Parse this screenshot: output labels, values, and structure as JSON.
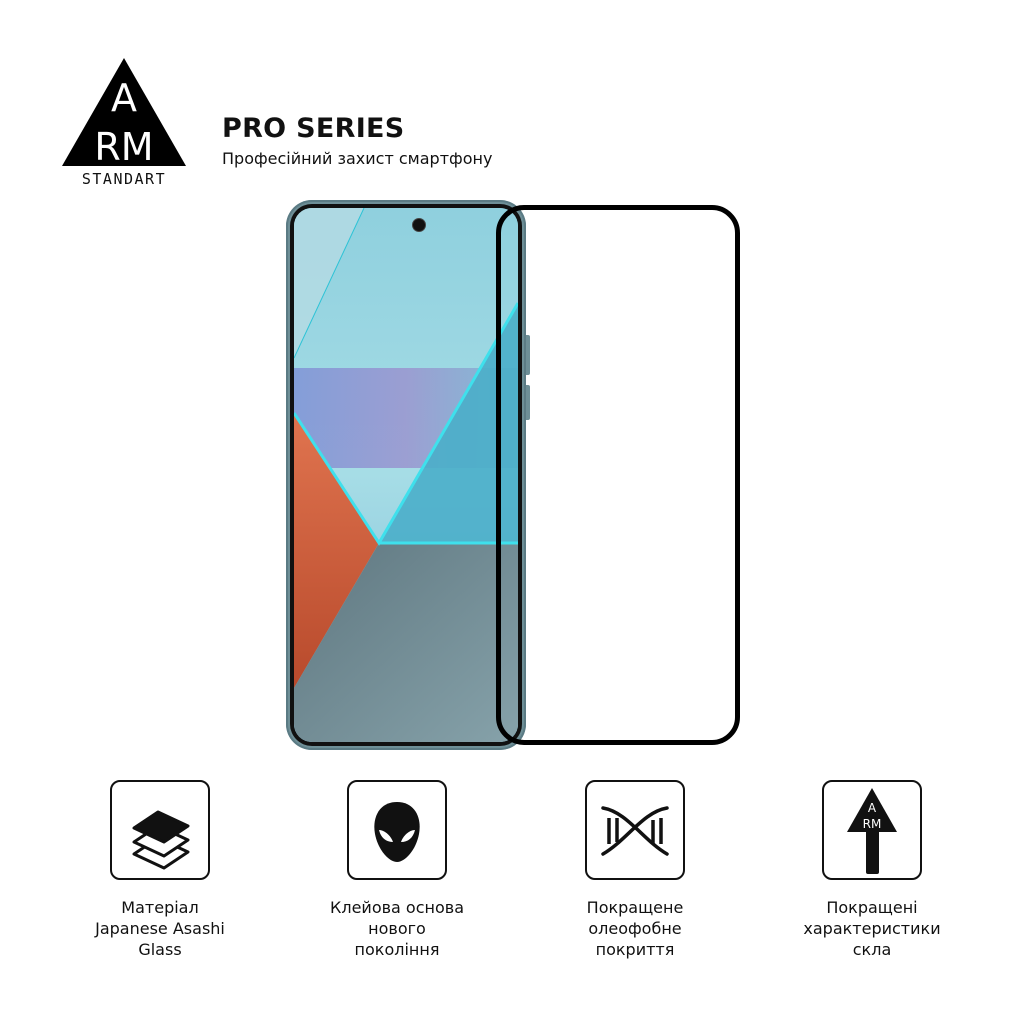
{
  "brand": {
    "logo_letters_top": "A",
    "logo_letters_bottom": "RM",
    "logo_wordmark": "STANDART"
  },
  "header": {
    "title": "PRO SERIES",
    "subtitle": "Професійний захист смартфону"
  },
  "product_image": {
    "description": "Smartphone with full-glue black-frame screen protector glass",
    "colors": {
      "phone_frame": "#6e8f97",
      "screen_cyan": "#8ed3df",
      "accent_orange": "#d5663f",
      "accent_violet": "#8a90cf",
      "screen_grey": "#6f8a93",
      "glass_frame": "#000000"
    }
  },
  "features": [
    {
      "icon": "layers-icon",
      "lines": [
        "Матеріал",
        "Japanese Asashi",
        "Glass"
      ]
    },
    {
      "icon": "spider-mask-icon",
      "lines": [
        "Клейова основа",
        "нового",
        "покоління"
      ]
    },
    {
      "icon": "oleophobic-icon",
      "lines": [
        "Покращене",
        "олеофобне",
        "покриття"
      ]
    },
    {
      "icon": "arm-arrow-up-icon",
      "lines": [
        "Покращені",
        "характеристики",
        "скла"
      ]
    }
  ]
}
